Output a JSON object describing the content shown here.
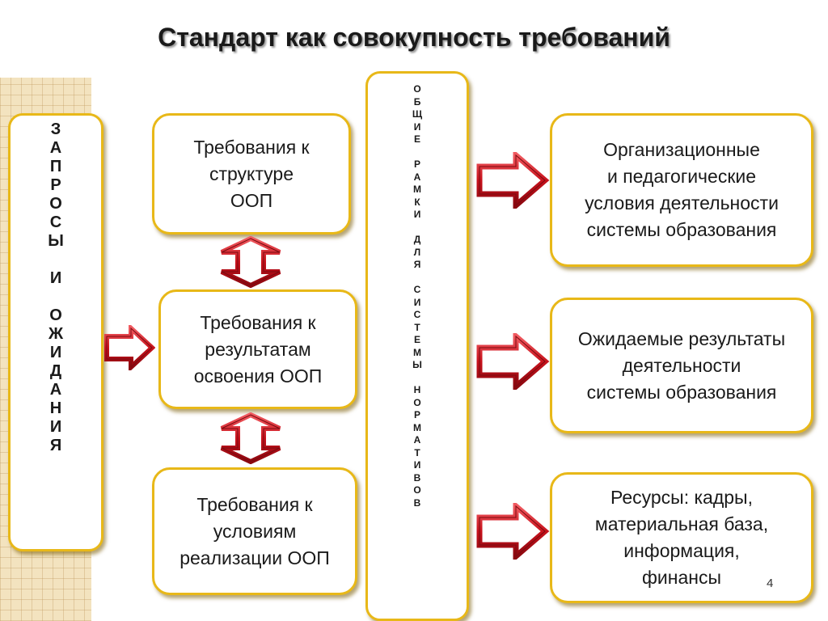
{
  "title": "Стандарт как совокупность требований",
  "left_column": {
    "label": "З\nА\nП\nР\nО\nС\nЫ\n\nИ\n\nО\nЖ\nИ\nД\nА\nН\nИ\nЯ"
  },
  "requirements": [
    {
      "text": "Требования к\nструктуре\nООП"
    },
    {
      "text": "Требования к\nрезультатам\nосвоения ООП"
    },
    {
      "text": "Требования к\nусловиям\nреализации ООП"
    }
  ],
  "middle_column": {
    "label": "О\nБ\nЩ\nИ\nЕ\n\nР\nА\nМ\nК\nИ\n\nД\nЛ\nЯ\n\nС\nИ\nС\nТ\nЕ\nМ\nЫ\n\nН\nО\nР\nМ\nА\nТ\nИ\nВ\nО\nВ"
  },
  "outcomes": [
    {
      "text": "Организационные\nи педагогические\nусловия деятельности\nсистемы образования"
    },
    {
      "text": "Ожидаемые результаты\nдеятельности\nсистемы образования"
    },
    {
      "text": "Ресурсы: кадры,\n материальная база,\nинформация,\nфинансы"
    }
  ],
  "page_number": "4",
  "colors": {
    "box_border": "#e8b818",
    "arrow_fill": "#c81e2a",
    "background_stripe": "#f3e3bf"
  },
  "icons": {
    "right_arrow": "block-arrow-right-icon",
    "updown_arrow": "block-arrow-updown-icon"
  }
}
